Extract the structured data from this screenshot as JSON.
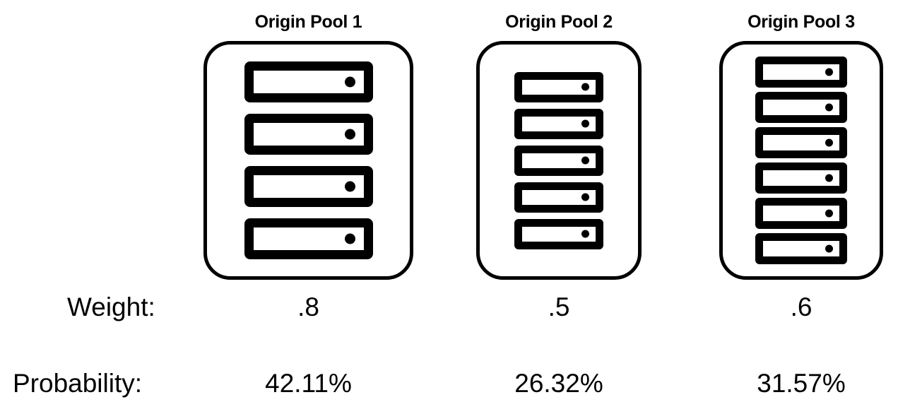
{
  "pools": [
    {
      "title": "Origin Pool 1",
      "server_count": 4,
      "weight": ".8",
      "probability": "42.11%"
    },
    {
      "title": "Origin Pool 2",
      "server_count": 5,
      "weight": ".5",
      "probability": "26.32%"
    },
    {
      "title": "Origin Pool 3",
      "server_count": 6,
      "weight": ".6",
      "probability": "31.57%"
    }
  ],
  "rows": {
    "weight_label": "Weight:",
    "probability_label": "Probability:"
  },
  "colors": {
    "stroke": "#000000",
    "background": "#ffffff"
  }
}
